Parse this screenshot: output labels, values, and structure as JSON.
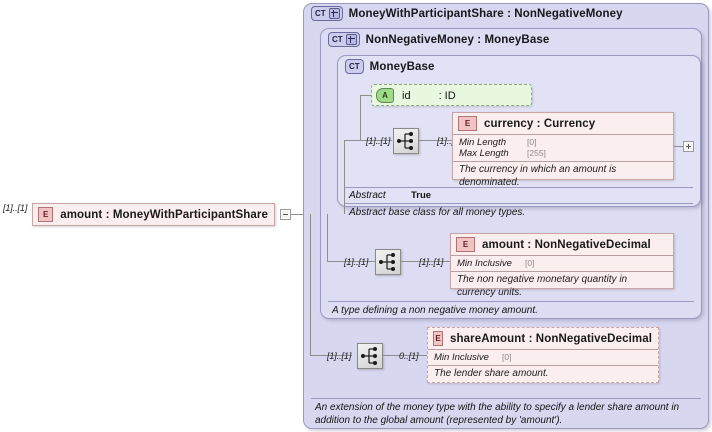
{
  "diagram": {
    "kind": "xsd-schema-diagram",
    "root_element": {
      "icon": "element-chip",
      "icon_label": "E",
      "name": "amount",
      "type_separator": ":",
      "type": "MoneyWithParticipantShare",
      "label": "amount  : MoneyWithParticipantShare",
      "cardinality": "[1]..[1]",
      "toggle": "collapse-toggle"
    },
    "complex_types": [
      {
        "chip": "CT",
        "chip_state": "expanded-plus",
        "title": "MoneyWithParticipantShare : NonNegativeMoney",
        "annotation": "An extension of the money type with the ability to specify a lender share amount in addition to the global amount (represented by 'amount')."
      },
      {
        "chip": "CT",
        "chip_state": "expanded-plus",
        "title": "NonNegativeMoney : MoneyBase",
        "annotation": "A type defining a non negative money amount."
      },
      {
        "chip": "CT",
        "chip_state": "plain",
        "title": "MoneyBase",
        "abstract_label": "Abstract",
        "abstract_value": "True",
        "annotation": "Abstract base class for all money types."
      }
    ],
    "attribute_node": {
      "chip": "A",
      "name": "id",
      "type": ": ID"
    },
    "element_nodes": [
      {
        "chip": "E",
        "name": "currency",
        "type": "Currency",
        "label": "currency : Currency",
        "style": "solid",
        "facets": [
          {
            "name": "Min Length",
            "value": "[0]"
          },
          {
            "name": "Max Length",
            "value": "[255]"
          }
        ],
        "annotation": "The currency in which an amount is denominated.",
        "cardinality_left": "[1]..[1]",
        "cardinality_right": "[1]..[1]",
        "expand_toggle": "plus"
      },
      {
        "chip": "E",
        "name": "amount",
        "type": "NonNegativeDecimal",
        "label": "amount  : NonNegativeDecimal",
        "style": "solid",
        "facets": [
          {
            "name": "Min Inclusive",
            "value": "[0]"
          }
        ],
        "annotation": "The non negative monetary quantity in currency units.",
        "cardinality_left": "[1]..[1]",
        "cardinality_right": "[1]..[1]"
      },
      {
        "chip": "E",
        "name": "shareAmount",
        "type": "NonNegativeDecimal",
        "label": "shareAmount : NonNegativeDecimal",
        "style": "dashed",
        "facets": [
          {
            "name": "Min Inclusive",
            "value": "[0]"
          }
        ],
        "annotation": "The lender share amount.",
        "cardinality_left": "[1]..[1]",
        "cardinality_right": "0..[1]"
      }
    ],
    "compositors": [
      {
        "name": "sequence-compositor",
        "index": 1
      },
      {
        "name": "sequence-compositor",
        "index": 2
      },
      {
        "name": "sequence-compositor",
        "index": 3
      }
    ],
    "colors": {
      "complex_type_fill": "#d7d7f0",
      "complex_type_border": "#9a9ac0",
      "element_fill": "#fbeeee",
      "element_border": "#c9a5a5",
      "element_chip": "#f0c4c4",
      "attribute_fill": "#e8f7e0",
      "attribute_chip": "#9fd98a",
      "connector_line": "#8d8d8d"
    }
  }
}
